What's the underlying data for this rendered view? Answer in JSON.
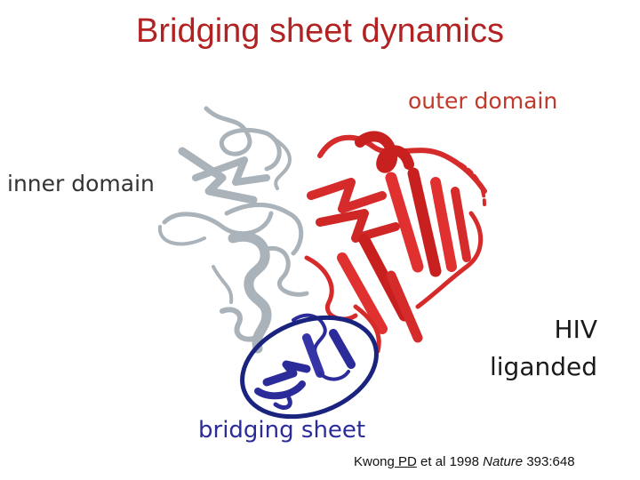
{
  "title": "Bridging sheet dynamics",
  "labels": {
    "outer_domain": "outer domain",
    "inner_domain": "inner domain",
    "hiv_line1": "HIV",
    "hiv_line2": "liganded",
    "bridging_sheet": "bridging sheet"
  },
  "citation": {
    "authors_a": "Kwon",
    "authors_underlined": "g PD",
    "authors_b": " et al 1998  ",
    "journal": "Nature",
    "ref": " 393:648"
  },
  "colors": {
    "title": "#b22222",
    "outer_domain": "#d62b2b",
    "inner_domain": "#aab2ba",
    "bridging_sheet": "#2b2b9a",
    "circle": "#1a237e"
  }
}
